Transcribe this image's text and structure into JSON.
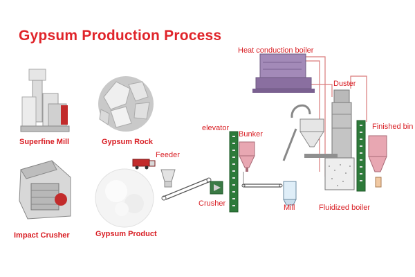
{
  "title": "Gypsum Production Process",
  "products": {
    "superfine_mill": "Superfine Mill",
    "gypsum_rock": "Gypsum Rock",
    "impact_crusher": "Impact Crusher",
    "gypsum_product": "Gypsum Product"
  },
  "process_labels": {
    "heat_boiler": "Heat conduction boiler",
    "duster": "Duster",
    "elevator": "elevator",
    "bunker": "Bunker",
    "feeder": "Feeder",
    "crusher": "Crusher",
    "mill": "Mill",
    "fluidized_boiler": "Fluidized boiler",
    "finished_bin": "Finished bin"
  },
  "colors": {
    "title": "#e0242a",
    "label": "#d81c22",
    "elevator": "#2d7a3a",
    "boiler": "#8a6fa0",
    "pipe": "#d97a7a",
    "bin": "#e8a7b2"
  }
}
